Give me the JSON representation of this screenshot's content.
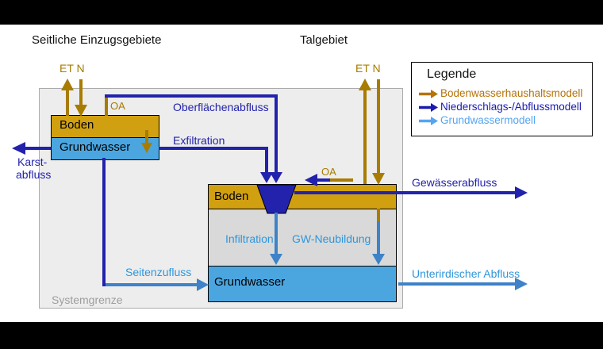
{
  "headings": {
    "left": "Seitliche Einzugsgebiete",
    "right": "Talgebiet"
  },
  "system_boundary": {
    "label": "Systemgrenze"
  },
  "side_catchment": {
    "et_n": "ET N",
    "oa": "OA",
    "soil": "Boden",
    "groundwater": "Grundwasser",
    "karst_line1": "Karst-",
    "karst_line2": "abfluss"
  },
  "valley": {
    "et_n": "ET N",
    "oa": "OA",
    "soil": "Boden",
    "groundwater": "Grundwasser",
    "infiltration": "Infiltration",
    "gw_neubildung": "GW-Neubildung"
  },
  "flows": {
    "oberflaechenabfluss": "Oberflächenabfluss",
    "exfiltration": "Exfiltration",
    "seitenzufluss": "Seitenzufluss",
    "gewaesserabfluss": "Gewässerabfluss",
    "unterirdischer_abfluss": "Unterirdischer Abfluss"
  },
  "legend": {
    "title": "Legende",
    "items": [
      {
        "label": "Bodenwasserhaushaltsmodell",
        "color": "#B5730A"
      },
      {
        "label": "Niederschlags-/Abflussmodell",
        "color": "#1A1AB0"
      },
      {
        "label": "Grundwassermodell",
        "color": "#55A5F2"
      }
    ]
  },
  "colors": {
    "soil_fill": "#D1A011",
    "groundwater_fill": "#4BA6E0",
    "soil_model_arrow": "#A87C00",
    "runoff_model_arrow": "#2222AC",
    "groundwater_model_arrow": "#3E82C8",
    "groundwater_label_text": "#2E96DC",
    "unsaturated_zone_fill": "#D9D9D9",
    "system_box_fill": "#EDEDED",
    "letterbox": "#000000"
  }
}
